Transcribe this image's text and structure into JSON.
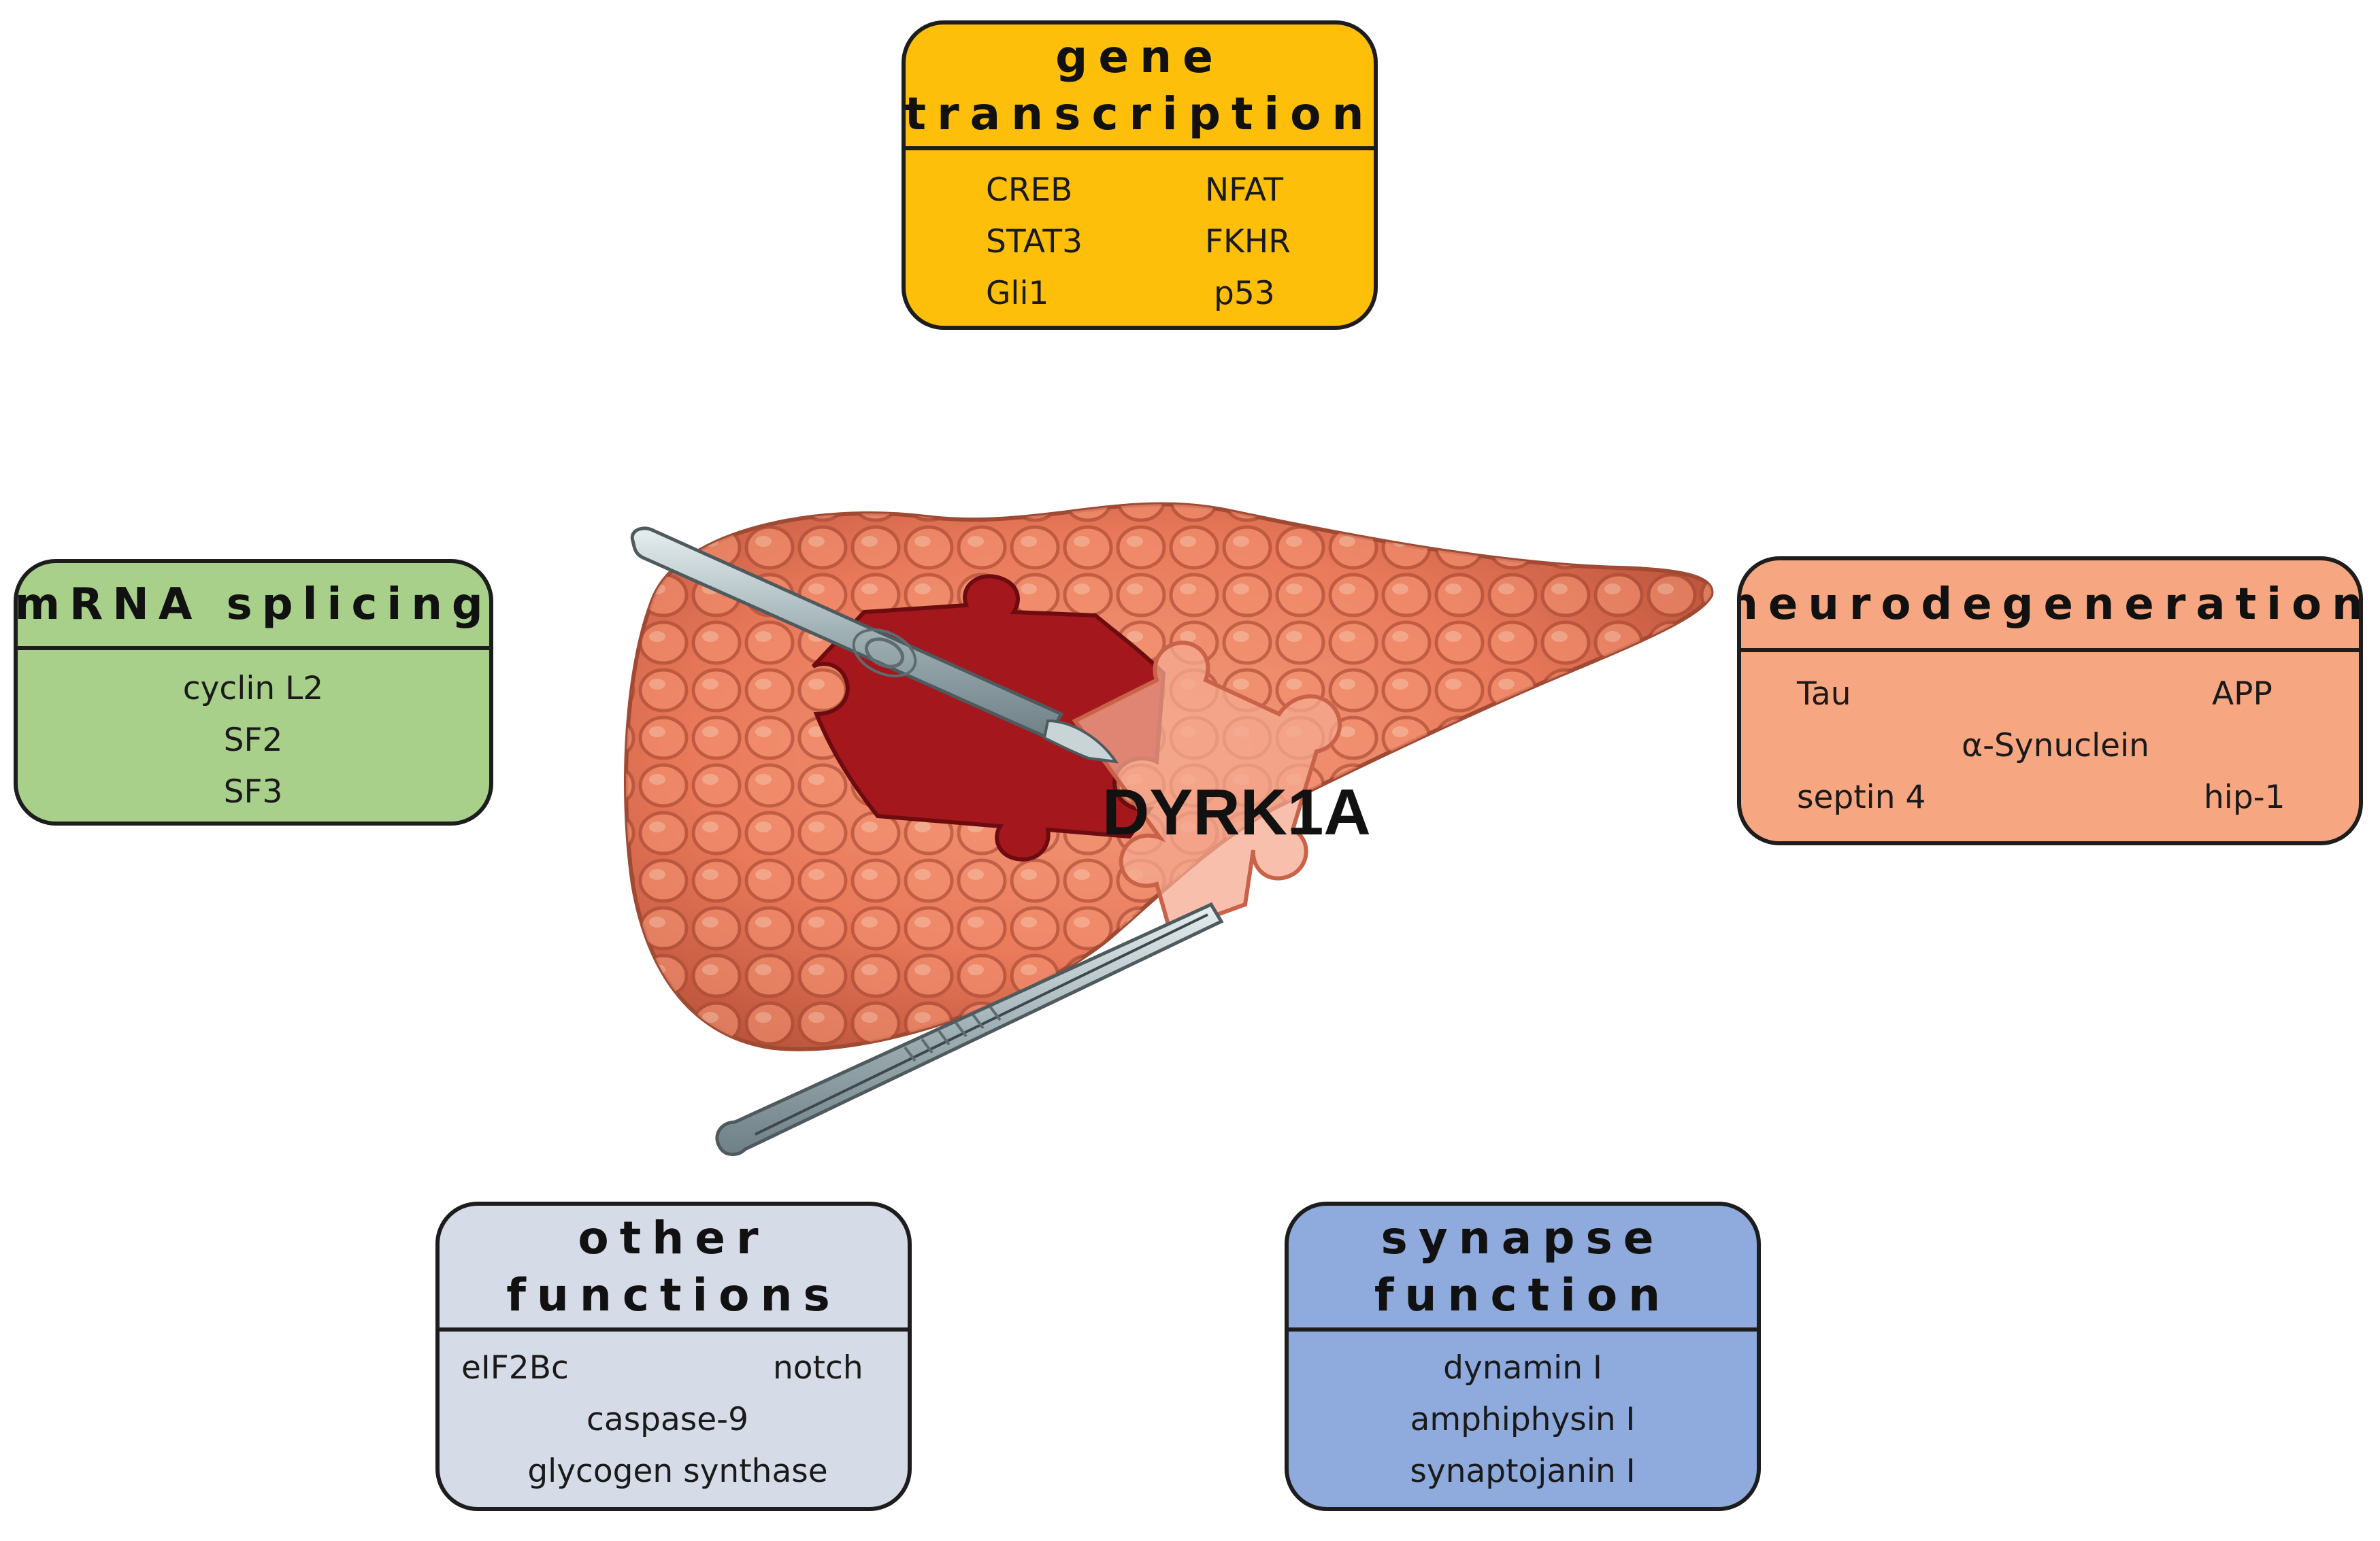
{
  "center_label": "DYRK1A",
  "boxes": {
    "gene_transcription": {
      "title_lines": [
        "gene",
        "transcription"
      ],
      "items": [
        "CREB",
        "NFAT",
        "STAT3",
        "FKHR",
        "Gli1",
        "p53"
      ]
    },
    "mrna_splicing": {
      "title": "mRNA splicing",
      "items": [
        "cyclin L2",
        "SF2",
        "SF3"
      ]
    },
    "neurodegeneration": {
      "title": "neurodegeneration",
      "items": [
        "Tau",
        "APP",
        "α-Synuclein",
        "septin 4",
        "hip-1"
      ]
    },
    "other_functions": {
      "title_lines": [
        "other",
        "functions"
      ],
      "items": [
        "eIF2Bc",
        "notch",
        "caspase-9",
        "glycogen synthase"
      ]
    },
    "synapse_function": {
      "title_lines": [
        "synapse",
        "function"
      ],
      "items": [
        "dynamin I",
        "amphiphysin I",
        "synaptojanin I"
      ]
    }
  },
  "colors": {
    "gene_transcription": "#fdbf0a",
    "mrna_splicing": "#a8d08b",
    "neurodegeneration": "#f6a681",
    "other_functions": "#d5dce8",
    "synapse_function": "#8faadc",
    "organ": "#e9795a",
    "cavity": "#a3171d"
  }
}
